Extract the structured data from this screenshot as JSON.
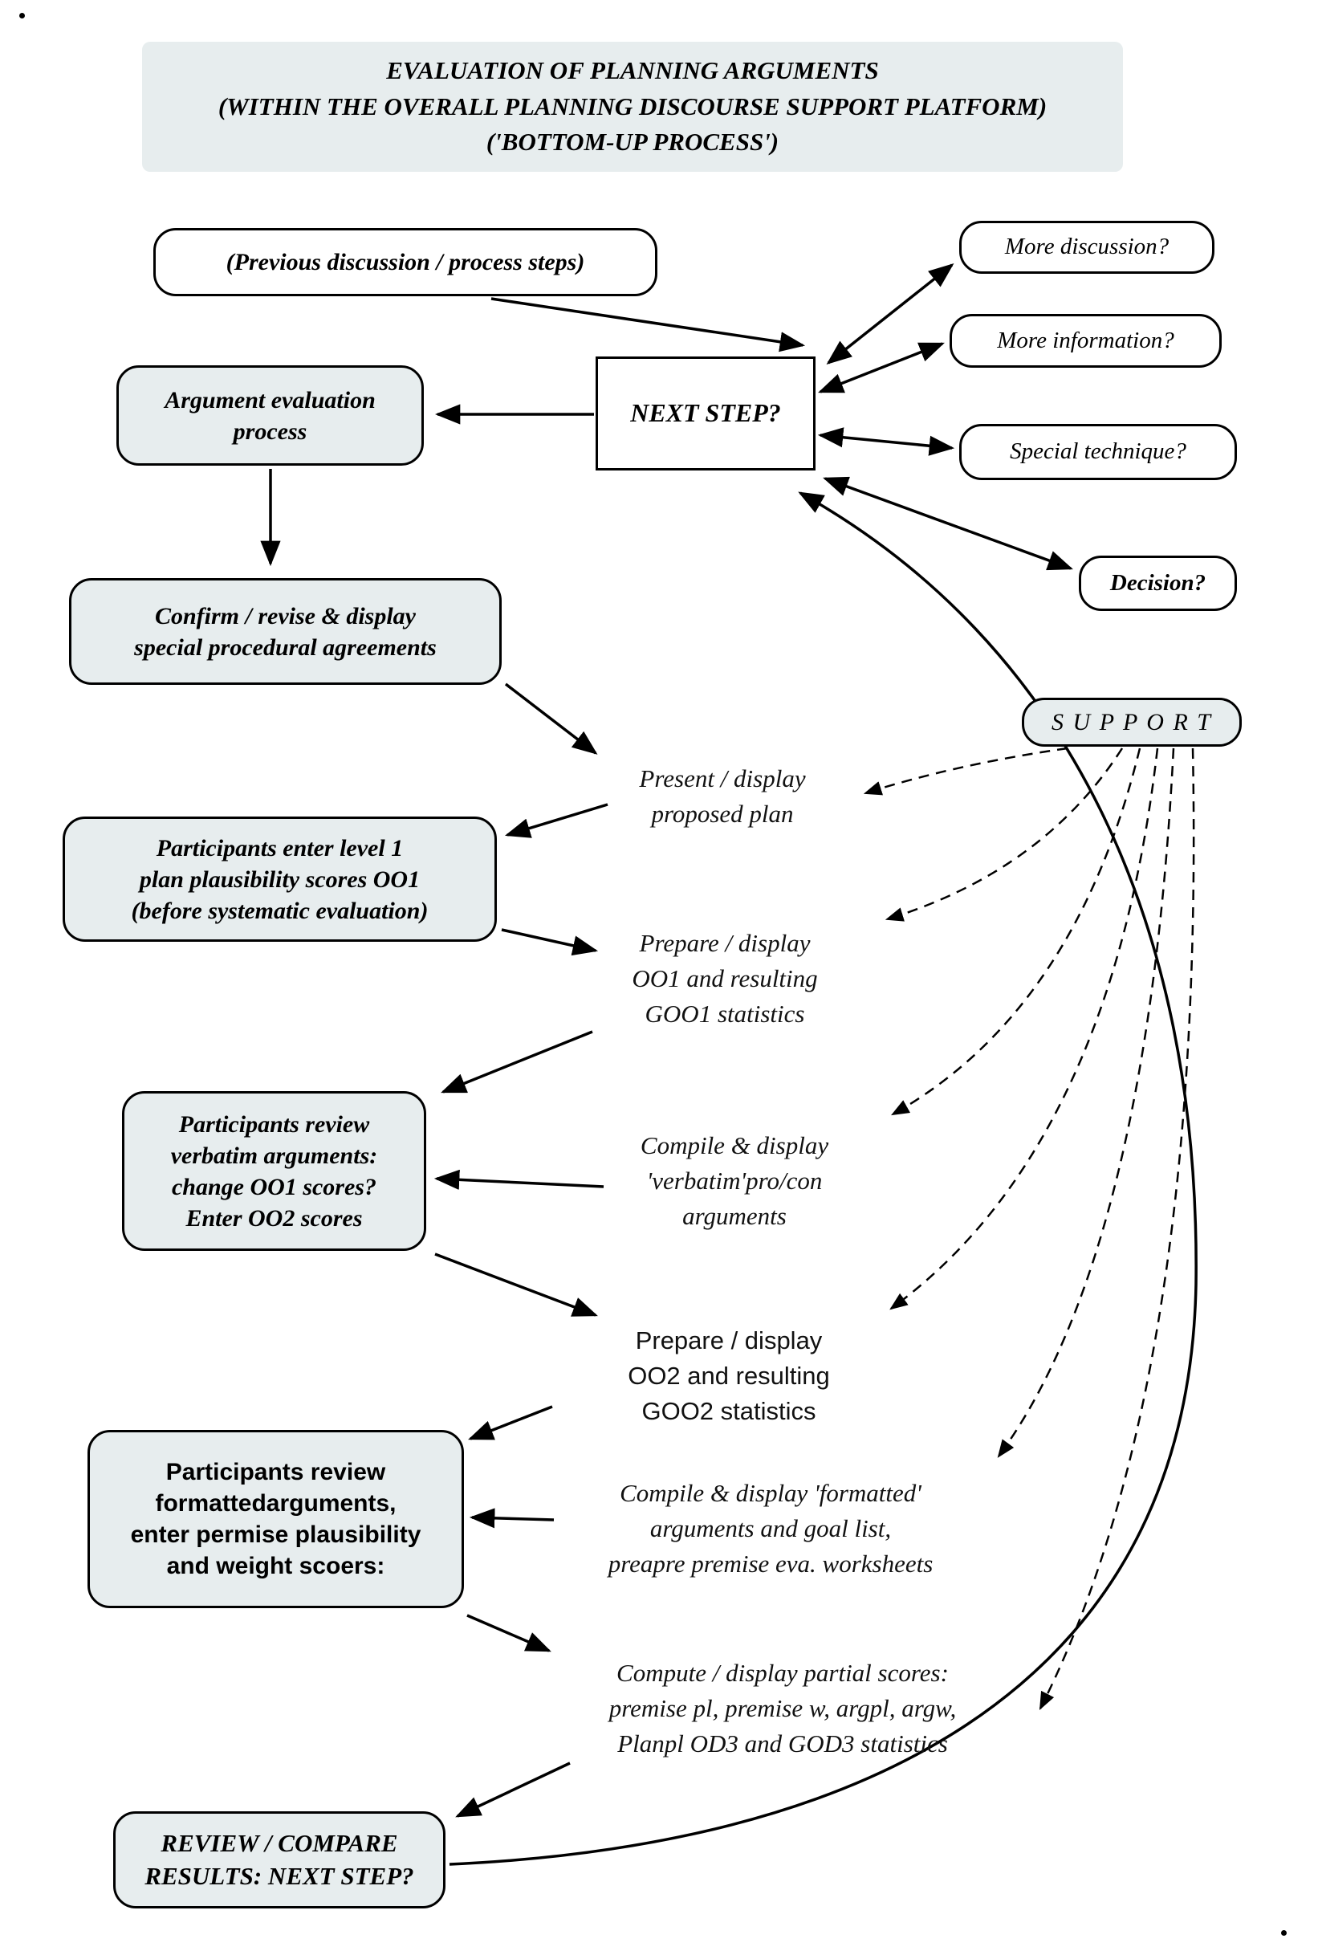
{
  "title": {
    "text": "EVALUATION OF PLANNING ARGUMENTS\n(WITHIN THE OVERALL PLANNING DISCOURSE SUPPORT PLATFORM)\n('BOTTOM-UP PROCESS')"
  },
  "boxes": {
    "previous_discussion": {
      "label": "(Previous discussion / process steps)"
    },
    "next_step": {
      "label": "NEXT  STEP?"
    },
    "more_discussion": {
      "label": "More discussion?"
    },
    "more_information": {
      "label": "More information?"
    },
    "special_technique": {
      "label": "Special technique?"
    },
    "decision": {
      "label": "Decision?"
    },
    "argument_evaluation": {
      "label": "Argument evaluation\nprocess"
    },
    "confirm_revise": {
      "label": "Confirm / revise & display\nspecial procedural agreements"
    },
    "support": {
      "label": "S U P P O R T"
    },
    "participants_level1": {
      "label": "Participants enter level 1\nplan plausibility scores OO1\n(before  systematic evaluation)"
    },
    "participants_verbatim": {
      "label": "Participants review\nverbatim arguments:\nchange OO1 scores?\nEnter OO2 scores"
    },
    "participants_formatted": {
      "label": "Participants review\nformattedarguments,\nenter permise plausibility\nand weight scoers:"
    },
    "review_compare": {
      "label": "REVIEW / COMPARE\nRESULTS: NEXT STEP?"
    }
  },
  "steps": {
    "present_plan": {
      "label": "Present / display\nproposed plan"
    },
    "prepare_oo1": {
      "label": "Prepare / display\nOO1  and resulting\nGOO1  statistics"
    },
    "compile_verbatim": {
      "label": "Compile  & display\n'verbatim'pro/con\narguments"
    },
    "prepare_oo2": {
      "label": "Prepare / display\nOO2  and resulting\nGOO2  statistics"
    },
    "compile_formatted": {
      "label": "Compile  & display 'formatted'\narguments  and goal list,\npreapre premise eva. worksheets"
    },
    "compute_partial": {
      "label": "Compute / display partial  scores:\npremise pl, premise w, argpl, argw,\nPlanpl  OD3  and GOD3 statistics"
    }
  },
  "colors": {
    "box_fill": "#e7edee",
    "white_fill": "#ffffff",
    "border": "#000000",
    "background": "#ffffff"
  },
  "decor": {
    "corner_mark": "."
  }
}
